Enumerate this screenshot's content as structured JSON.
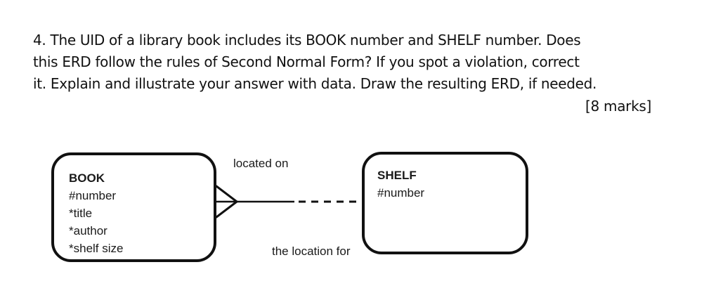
{
  "question": {
    "lines": [
      "4. The UID of a library book includes its BOOK number and SHELF number. Does",
      "this ERD follow the rules of Second Normal Form? If you spot a violation, correct",
      "it. Explain and illustrate your answer with data. Draw the resulting ERD, if needed."
    ],
    "marks": "[8 marks]"
  },
  "erd": {
    "entities": [
      {
        "name": "BOOK",
        "attributes": [
          "#number",
          "*title",
          "*author",
          "*shelf size"
        ]
      },
      {
        "name": "SHELF",
        "attributes": [
          "#number"
        ]
      }
    ],
    "relationship": {
      "from": "BOOK",
      "to": "SHELF",
      "label_near_book": "located on",
      "label_near_shelf": "the location for",
      "book_end_notation": "crows-foot-many, solid (mandatory)",
      "shelf_end_notation": "one, dashed (optional)"
    },
    "colors": {
      "ink": "#111111",
      "background": "#ffffff"
    }
  }
}
